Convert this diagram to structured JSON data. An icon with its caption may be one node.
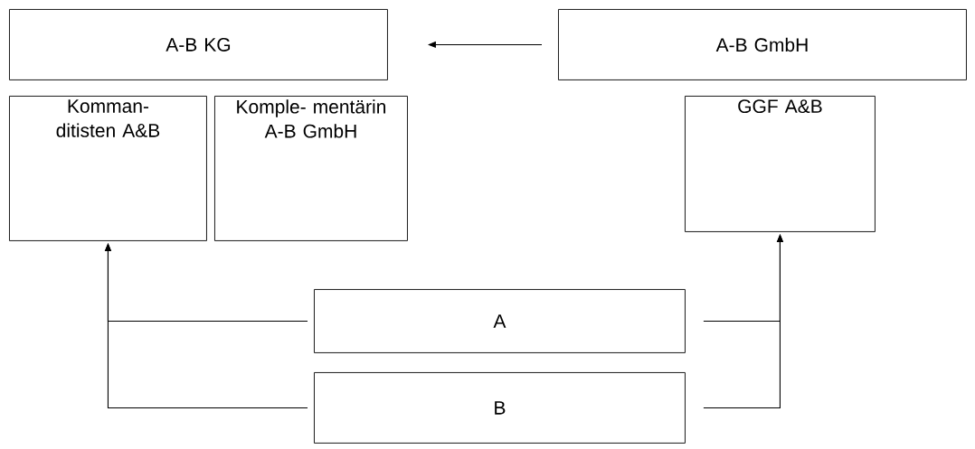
{
  "diagram": {
    "nodes": [
      {
        "text": [
          "A-B KG"
        ]
      },
      {
        "text": [
          "A-B GmbH"
        ]
      },
      {
        "text": [
          "Komman- ditisten A&B"
        ]
      },
      {
        "text": [
          "Komple- mentärin A-B GmbH"
        ]
      },
      {
        "text": [
          "GGF A&B"
        ]
      },
      {
        "text": [
          "A"
        ]
      },
      {
        "text": [
          "B"
        ]
      }
    ],
    "edges": [
      {
        "from": 1,
        "to": 0,
        "arrow": "to"
      },
      {
        "from": 5,
        "to": 2,
        "arrow": "to"
      },
      {
        "from": 6,
        "to": 2,
        "arrow": "to"
      },
      {
        "from": 5,
        "to": 4,
        "arrow": "to"
      },
      {
        "from": 6,
        "to": 4,
        "arrow": "to"
      }
    ]
  }
}
